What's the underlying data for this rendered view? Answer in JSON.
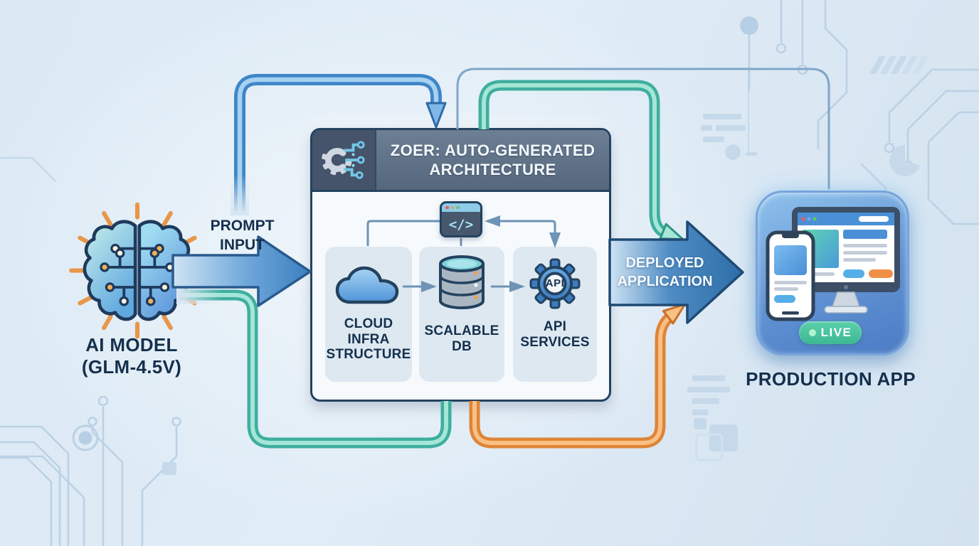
{
  "diagram": {
    "ai_model": {
      "line1": "AI MODEL",
      "line2": "(GLM-4.5V)"
    },
    "prompt_input": {
      "line1": "PROMPT",
      "line2": "INPUT"
    },
    "architecture_box": {
      "title_line1": "ZOER: AUTO-GENERATED",
      "title_line2": "ARCHITECTURE",
      "code_window_glyph": "</>",
      "components": [
        {
          "id": "cloud-infrastructure",
          "lines": [
            "CLOUD",
            "INFRA",
            "STRUCTURE"
          ]
        },
        {
          "id": "scalable-db",
          "lines": [
            "SCALABLE",
            "DB"
          ]
        },
        {
          "id": "api-services",
          "lines": [
            "API",
            "SERVICES"
          ],
          "badge": "API"
        }
      ]
    },
    "deployed": {
      "line1": "DEPLOYED",
      "line2": "APPLICATION"
    },
    "production": {
      "live_label": "LIVE",
      "label": "PRODUCTION APP"
    }
  },
  "icons": {
    "brain": "brain-circuit-icon",
    "gear_circuit": "gear-circuit-icon",
    "code_window": "code-window-icon",
    "cloud": "cloud-icon",
    "database": "database-icon",
    "api_gear": "api-gear-icon",
    "devices": "monitor-phone-icon",
    "live_dot": "live-dot-icon"
  },
  "colors": {
    "background": "#d9e7f3",
    "navy_text": "#15304d",
    "box_border": "#24425f",
    "title_bar": "#5f7188",
    "tube_blue": "#3f85c8",
    "tube_teal": "#3fae9f",
    "tube_orange": "#df8438",
    "arrow_blue": "#3c7fc0",
    "live_green": "#46c19e",
    "circuit_trace": "#b7cfe4"
  }
}
